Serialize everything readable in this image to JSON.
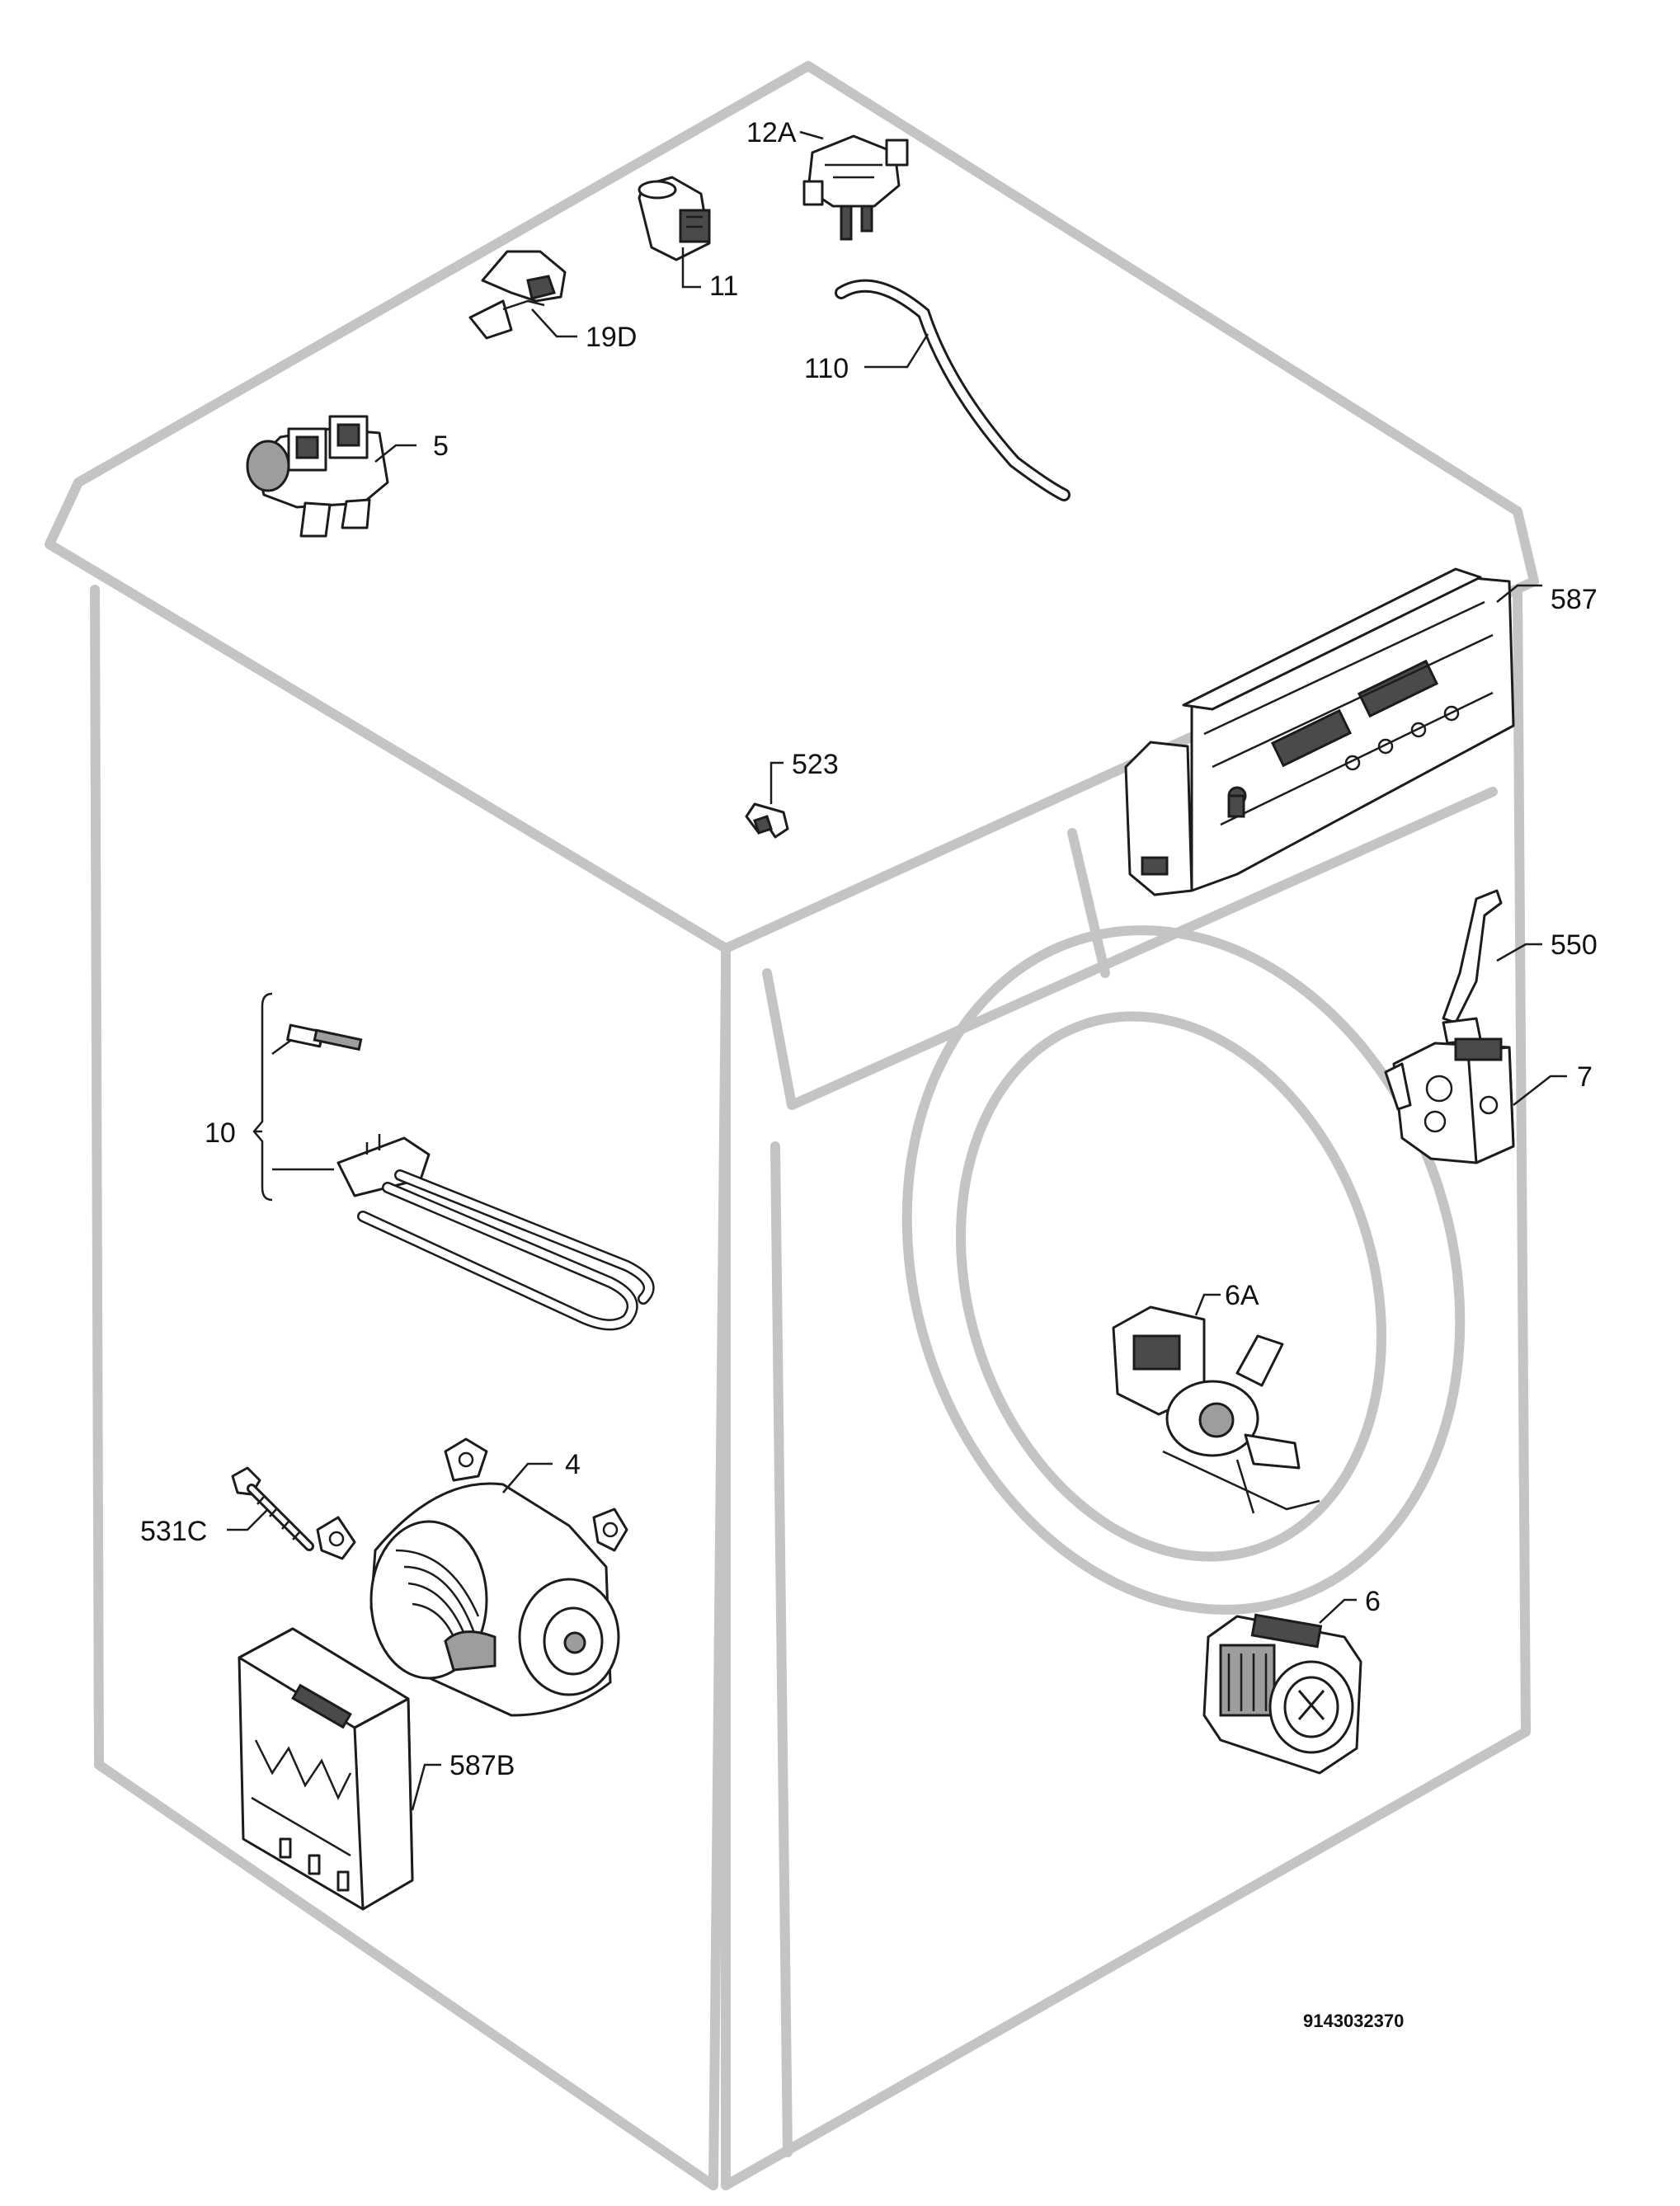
{
  "diagram_code": "9143032370",
  "callouts": {
    "c12A": "12A",
    "c11": "11",
    "c19D": "19D",
    "c110": "110",
    "c5": "5",
    "c587": "587",
    "c523": "523",
    "c550": "550",
    "c7": "7",
    "c10": "10",
    "c6A": "6A",
    "c4": "4",
    "c531C": "531C",
    "c6": "6",
    "c587B": "587B"
  }
}
